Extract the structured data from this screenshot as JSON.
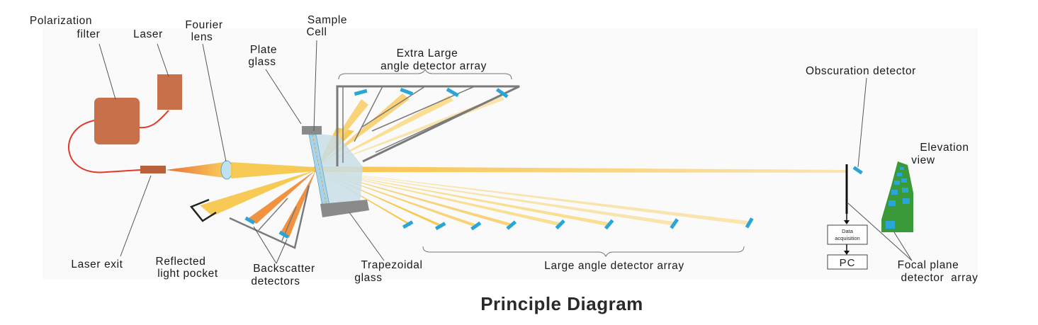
{
  "labels": {
    "polarization_filter": [
      "Polarization",
      "filter"
    ],
    "laser": "Laser",
    "fourier_lens": [
      "Fourier",
      "lens"
    ],
    "sample_cell": [
      "Sample",
      "Cell"
    ],
    "plate_glass": [
      "Plate",
      "glass"
    ],
    "extra_large_array": [
      "Extra Large",
      "angle detector array"
    ],
    "obscuration_detector": "Obscuration detector",
    "elevation_view": [
      "Elevation",
      "view"
    ],
    "laser_exit": "Laser exit",
    "reflected_light_pocket": [
      "Reflected",
      "light pocket"
    ],
    "backscatter_detectors": [
      "Backscatter",
      "detectors"
    ],
    "trapezoidal_glass": [
      "Trapezoidal",
      "glass"
    ],
    "large_angle_array": "Large angle detector array",
    "data_acquisition": [
      "Data",
      "acquisition"
    ],
    "pc": "PC",
    "focal_plane_array": [
      "Focal plane",
      "detector  array"
    ]
  },
  "title": "Principle Diagram",
  "colors": {
    "laser_body": "#c8704a",
    "fiber": "#e03a2a",
    "beam": "#f7c548",
    "detector": "#2aa6d6",
    "focal_plane": "#3a9a3a",
    "glass": "#c8dde6",
    "frame": "#7a7a7a"
  }
}
